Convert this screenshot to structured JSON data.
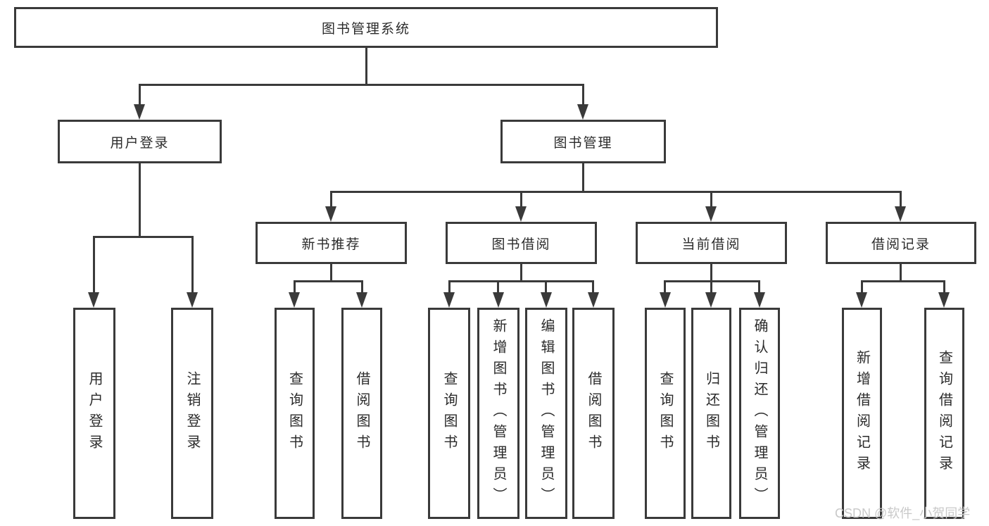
{
  "nodes": {
    "root": {
      "label": "图书管理系统"
    },
    "user_login": {
      "label": "用户登录"
    },
    "book_management": {
      "label": "图书管理"
    },
    "new_book_recommend": {
      "label": "新书推荐"
    },
    "book_borrowing": {
      "label": "图书借阅"
    },
    "current_borrowing": {
      "label": "当前借阅"
    },
    "borrowing_records": {
      "label": "借阅记录"
    },
    "leaf_user_login": {
      "label": "用户登录"
    },
    "leaf_logout": {
      "label": "注销登录"
    },
    "leaf_nbr_query_books": {
      "label": "查询图书"
    },
    "leaf_nbr_borrow_books": {
      "label": "借阅图书"
    },
    "leaf_bb_query_books": {
      "label": "查询图书"
    },
    "leaf_bb_add_books": {
      "label": "新增图书（管理员）"
    },
    "leaf_bb_edit_books": {
      "label": "编辑图书（管理员）"
    },
    "leaf_bb_borrow_books": {
      "label": "借阅图书"
    },
    "leaf_cb_query_books": {
      "label": "查询图书"
    },
    "leaf_cb_return_books": {
      "label": "归还图书"
    },
    "leaf_cb_confirm_return": {
      "label": "确认归还（管理员）"
    },
    "leaf_br_add_record": {
      "label": "新增借阅记录"
    },
    "leaf_br_query_record": {
      "label": "查询借阅记录"
    }
  },
  "watermark": {
    "text": "CSDN @软件_小贺同学"
  },
  "colors": {
    "border": "#3a3a3a",
    "text": "#2b2b2b",
    "watermark": "#c9c9c9",
    "background": "#ffffff"
  }
}
